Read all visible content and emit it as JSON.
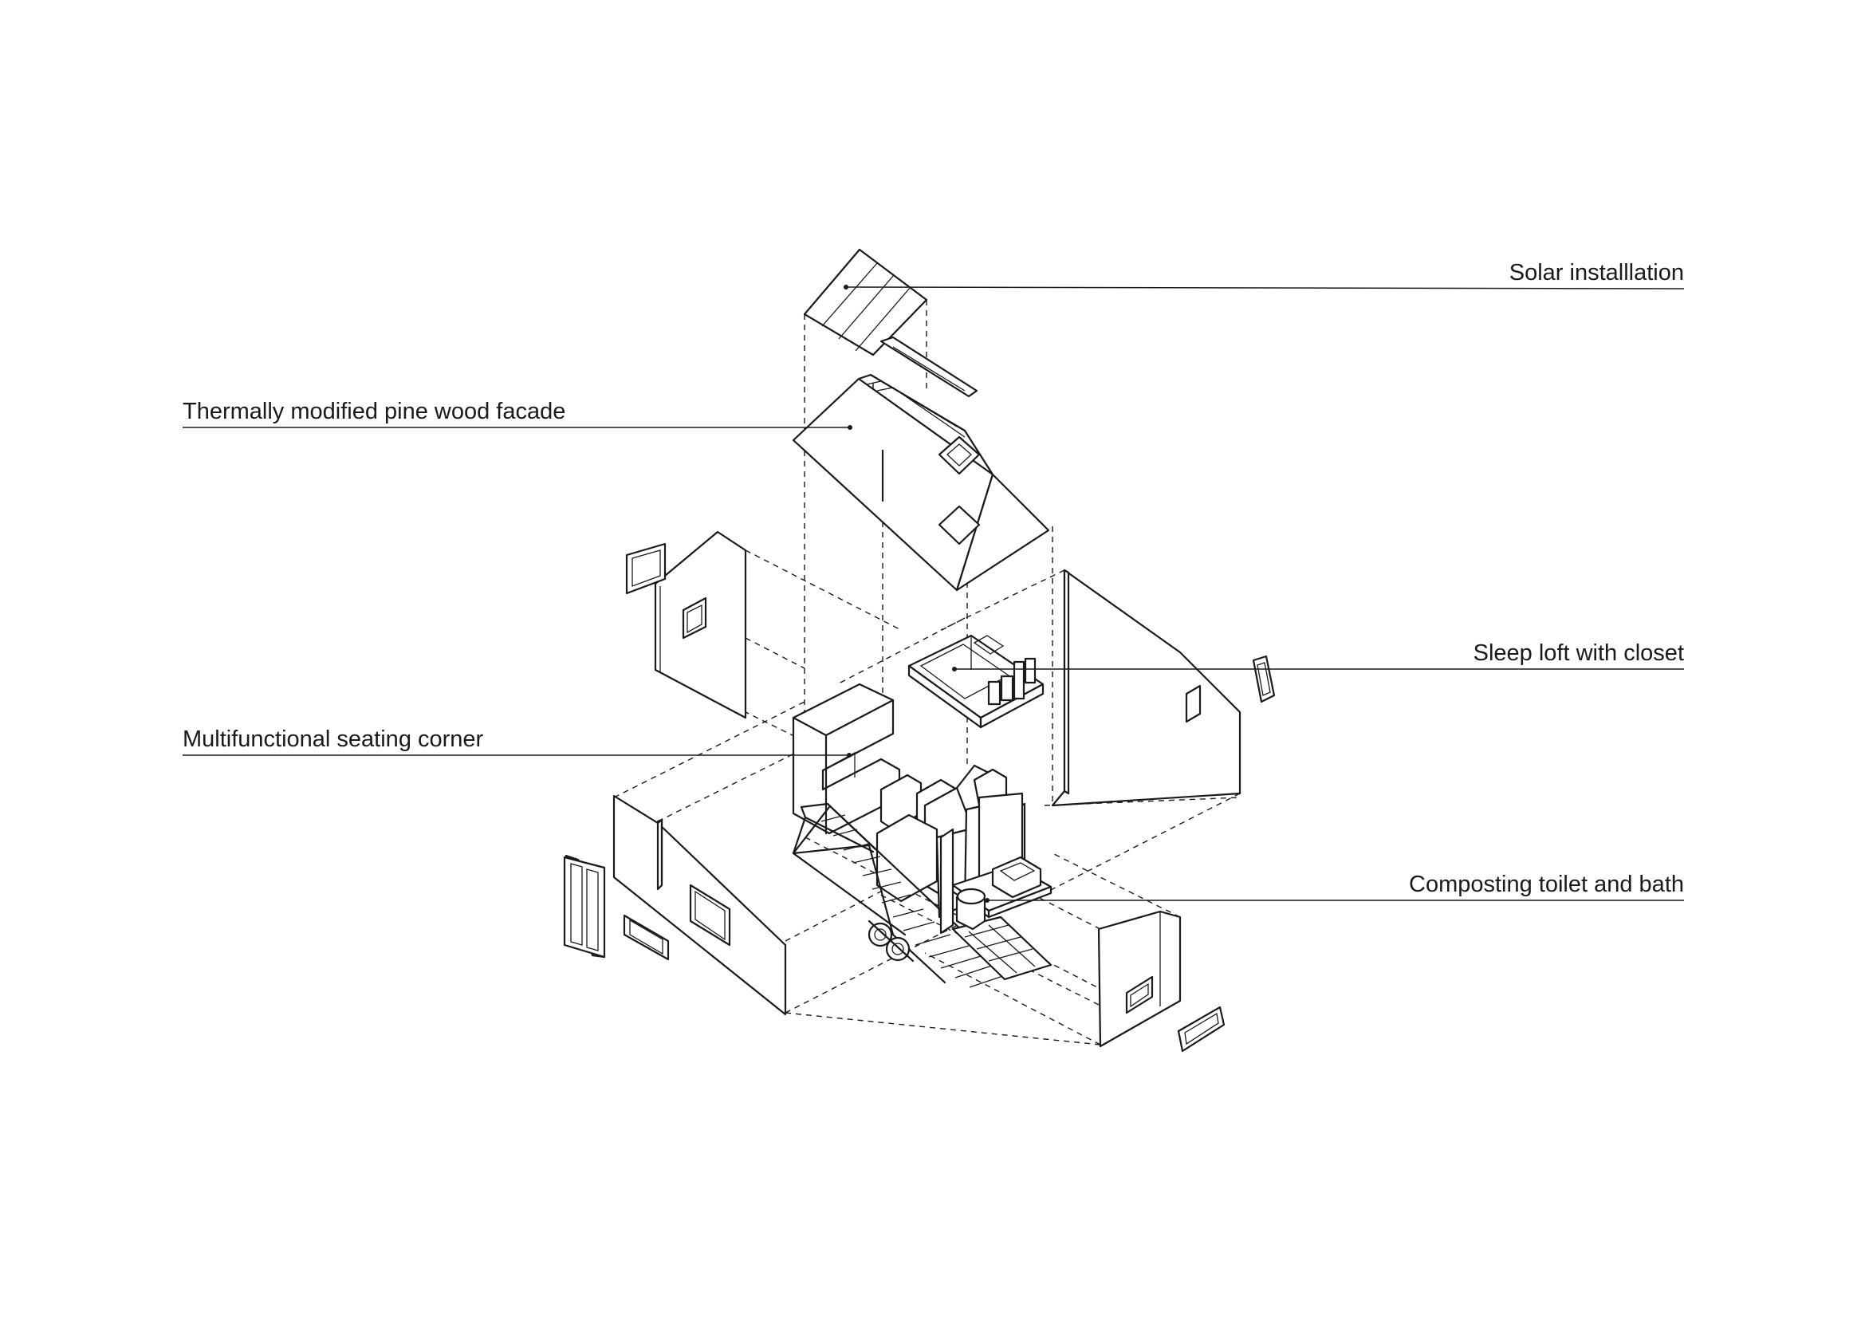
{
  "diagram": {
    "labels": {
      "solar": "Solar installlation",
      "facade": "Thermally modified pine wood facade",
      "loft": "Sleep loft with closet",
      "seating": "Multifunctional seating corner",
      "toilet": "Composting toilet and bath"
    }
  },
  "colors": {
    "line": "#1a1a1a",
    "background": "#ffffff"
  }
}
